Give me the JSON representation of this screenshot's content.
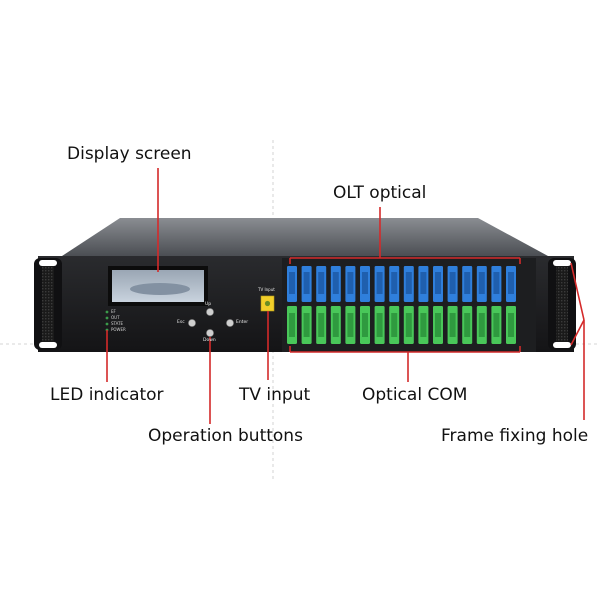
{
  "callouts": {
    "display_screen": "Display screen",
    "olt_optical": "OLT optical",
    "led_indicator": "LED indicator",
    "tv_input": "TV input",
    "optical_com": "Optical COM",
    "operation_buttons": "Operation buttons",
    "frame_fixing_hole": "Frame fixing hole"
  },
  "device": {
    "led_labels": [
      "EF",
      "OUT",
      "STATE",
      "POWER"
    ],
    "buttons": {
      "up": "Up",
      "esc": "Esc",
      "enter": "Enter",
      "down": "Down"
    },
    "tv_label": "TV Input",
    "port_count": 16,
    "colors": {
      "chassis": "#1c1c1e",
      "chassis_top": "#6c6f74",
      "sc_upc_blue": "#2f7fdc",
      "sc_apc_green": "#49c759",
      "callout_line": "#d42a2a"
    }
  }
}
